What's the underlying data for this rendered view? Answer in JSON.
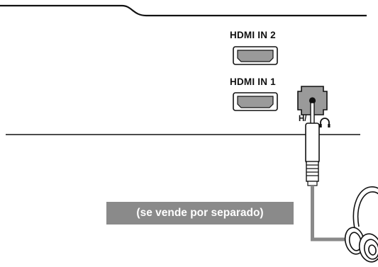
{
  "ports": {
    "hdmi2_label": "HDMI IN 2",
    "hdmi1_label": "HDMI IN 1",
    "headphone_label": "H/"
  },
  "note": {
    "sold_separately": "(se vende por separado)"
  },
  "icons": {
    "headphone_symbol": "headphone-icon",
    "headphones_accessory": "headphones-icon"
  },
  "colors": {
    "line": "#111111",
    "cable": "#8a8a8a",
    "port_body": "#9a9a9a",
    "badge": "#8a8a8a"
  }
}
